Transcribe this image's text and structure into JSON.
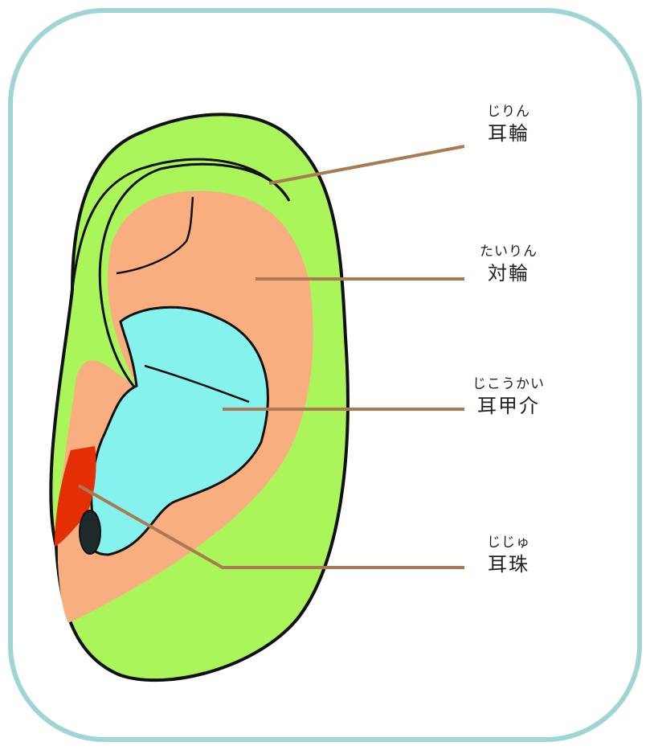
{
  "colors": {
    "frame": "#9fd6d5",
    "helix": "#aaf55a",
    "antihelix": "#f8ae7e",
    "concha": "#85f2ee",
    "tragus": "#e42e06",
    "leader": "#a87b52",
    "outline": "#111111"
  },
  "labels": [
    {
      "id": "helix",
      "reading": "じりん",
      "name": "耳輪"
    },
    {
      "id": "antihelix",
      "reading": "たいりん",
      "name": "対輪"
    },
    {
      "id": "concha",
      "reading": "じこうかい",
      "name": "耳甲介"
    },
    {
      "id": "tragus",
      "reading": "じじゅ",
      "name": "耳珠"
    }
  ]
}
